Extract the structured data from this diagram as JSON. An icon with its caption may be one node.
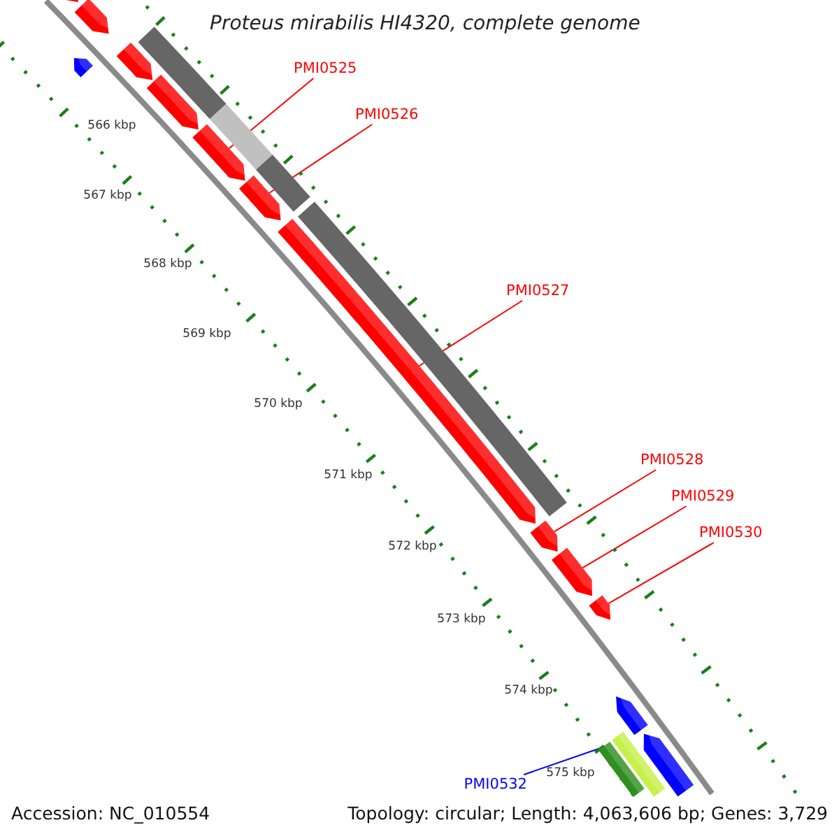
{
  "diagram": {
    "title": "Proteus mirabilis HI4320, complete genome",
    "nodes": [
      {
        "text": [
          "PMI0525"
        ]
      },
      {
        "text": [
          "PMI0526"
        ]
      },
      {
        "text": [
          "PMI0527"
        ]
      },
      {
        "text": [
          "PMI0528"
        ]
      },
      {
        "text": [
          "PMI0529"
        ]
      },
      {
        "text": [
          "PMI0530"
        ]
      },
      {
        "text": [
          "PMI0532"
        ]
      },
      {
        "text": [],
        "shape": "arrow"
      },
      {
        "text": [],
        "shape": "arrow"
      },
      {
        "text": [],
        "shape": "arrow"
      },
      {
        "text": [],
        "shape": "arrow"
      },
      {
        "text": [],
        "shape": "arrow"
      },
      {
        "text": [],
        "shape": "arrow"
      },
      {
        "text": [],
        "shape": "arrow"
      },
      {
        "text": [],
        "shape": "arrow"
      },
      {
        "text": [],
        "shape": "arrow"
      },
      {
        "text": [],
        "shape": "arrow"
      },
      {
        "text": [],
        "shape": "bar"
      },
      {
        "text": [],
        "shape": "bar"
      },
      {
        "text": [],
        "shape": "bar"
      },
      {
        "text": [],
        "shape": "bar"
      },
      {
        "text": [],
        "shape": "arrow"
      },
      {
        "text": [],
        "shape": "arrow"
      },
      {
        "text": [],
        "shape": "arrow"
      },
      {
        "text": [],
        "shape": "bar"
      },
      {
        "text": [],
        "shape": "bar"
      }
    ],
    "edges": [
      {
        "from": 0,
        "to": 11,
        "arrow": "none"
      },
      {
        "from": 1,
        "to": 12,
        "arrow": "none"
      },
      {
        "from": 2,
        "to": 13,
        "arrow": "none"
      },
      {
        "from": 3,
        "to": 14,
        "arrow": "none"
      },
      {
        "from": 4,
        "to": 15,
        "arrow": "none"
      },
      {
        "from": 5,
        "to": 16,
        "arrow": "none"
      },
      {
        "from": 6,
        "to": 24,
        "arrow": "none",
        "color": "#0000ff"
      }
    ],
    "labels": [
      "566 kbp",
      "567 kbp",
      "568 kbp",
      "569 kbp",
      "570 kbp",
      "571 kbp",
      "572 kbp",
      "573 kbp",
      "574 kbp",
      "575 kbp",
      "Accession: NC_010554",
      "Topology: circular; Length: 4,063,606 bp; Genes: 3,729"
    ]
  }
}
